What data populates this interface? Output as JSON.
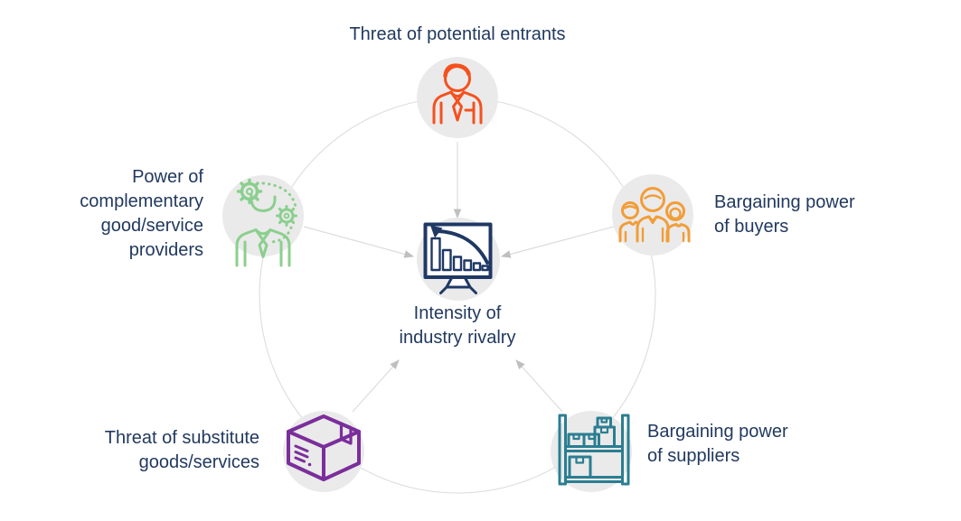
{
  "center": {
    "label_lines": [
      "Intensity of",
      "industry rivalry"
    ],
    "icon": "declining-bar-chart-board-icon",
    "color": "#1f3864"
  },
  "forces": {
    "top": {
      "label_lines": [
        "Threat of potential entrants"
      ],
      "icon": "businessman-icon",
      "color": "#f4511e"
    },
    "right": {
      "label_lines": [
        "Bargaining power",
        "of buyers"
      ],
      "icon": "buyers-group-icon",
      "color": "#f29d38"
    },
    "bottom_right": {
      "label_lines": [
        "Bargaining power",
        "of suppliers"
      ],
      "icon": "supplier-shelf-icon",
      "color": "#2b7e91"
    },
    "bottom_left": {
      "label_lines": [
        "Threat of substitute",
        "goods/services"
      ],
      "icon": "package-box-icon",
      "color": "#7b2e9b"
    },
    "left": {
      "label_lines": [
        "Power of",
        "complementary",
        "good/service",
        "providers"
      ],
      "icon": "person-gears-icon",
      "color": "#8bcf8e"
    }
  },
  "styles": {
    "ring_color": "#dddddd",
    "arrow_line_color": "#dcdcdc",
    "arrow_head_color": "#bfbfbf",
    "node_circle_color": "#eaeaea",
    "text_color": "#21395f"
  }
}
